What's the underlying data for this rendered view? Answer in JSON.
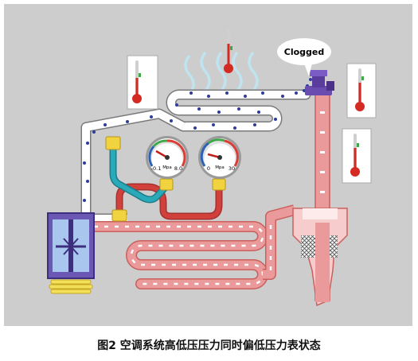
{
  "callout": {
    "text": "Clogged"
  },
  "gauges": [
    {
      "id": "low",
      "min_label": "-0.1",
      "max_label": "8.0",
      "unit": "Mpa"
    },
    {
      "id": "high",
      "min_label": "0",
      "max_label": "30",
      "unit": "Mpa"
    }
  ],
  "caption": "图2 空调系统高低压压力同时偏低压力表状态",
  "colors": {
    "panel": "#cdcdcd",
    "hot_pipe": "#ea9a9a",
    "pipe_outline": "#c9605e",
    "cold_pipe": "#ffffff",
    "refrigerant_dot": "#2e3c9a",
    "hose_blue": "#2aa9b8",
    "hose_red": "#d1403b",
    "fitting": "#f1d33f",
    "valve": "#6a4bb0",
    "heat_wave": "#bfe3ef"
  },
  "icons": [
    "thermometer-icon",
    "pressure-gauge-icon",
    "compressor-icon",
    "expansion-valve-icon",
    "heat-wave-icon"
  ]
}
